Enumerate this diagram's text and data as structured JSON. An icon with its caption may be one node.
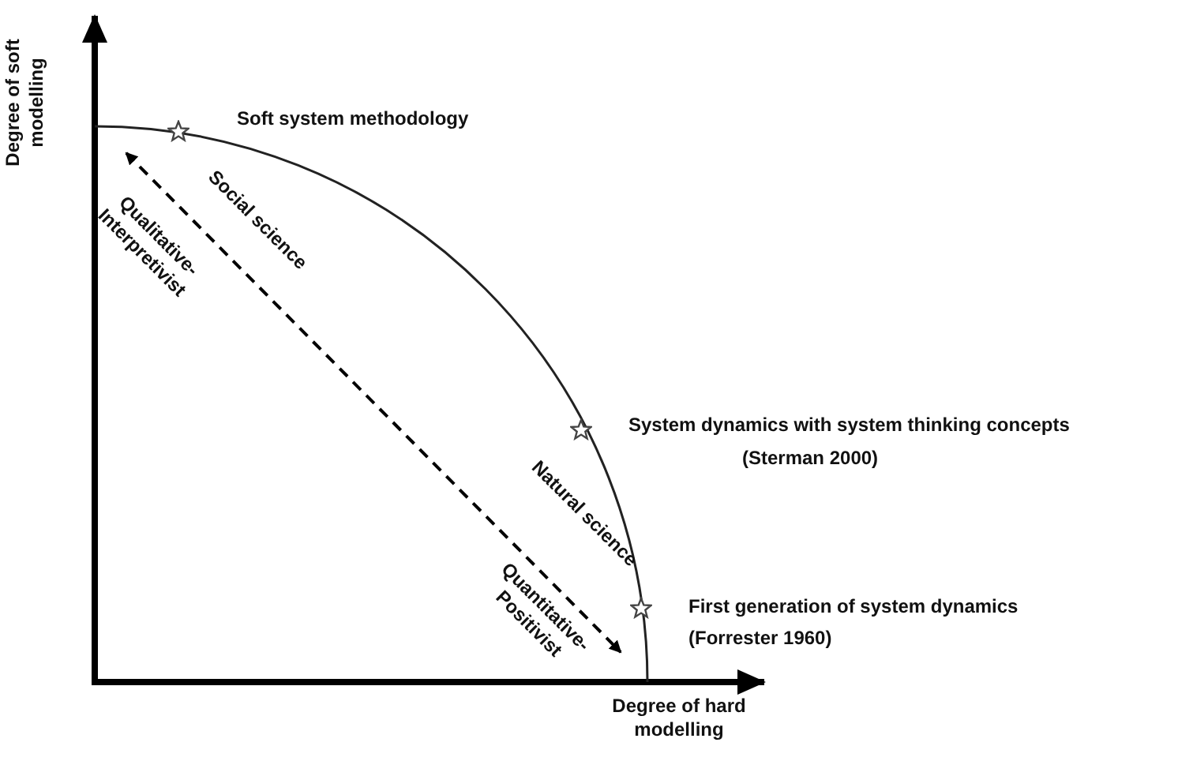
{
  "diagram": {
    "nodes": [
      {
        "text": [],
        "shape": "star",
        "beside": [
          "Soft system methodology"
        ]
      },
      {
        "text": [],
        "shape": "star",
        "beside": [
          "System dynamics with system thinking concepts",
          "(Sterman 2000)"
        ]
      },
      {
        "text": [],
        "shape": "star",
        "beside": [
          "First generation of system dynamics",
          "(Forrester 1960)"
        ]
      }
    ],
    "labels": [
      "Degree of soft modelling",
      "Social science",
      "Qualitative-Interpretivist",
      "Natural science",
      "Quantitative-Positivist",
      "Degree of hard modelling"
    ]
  }
}
